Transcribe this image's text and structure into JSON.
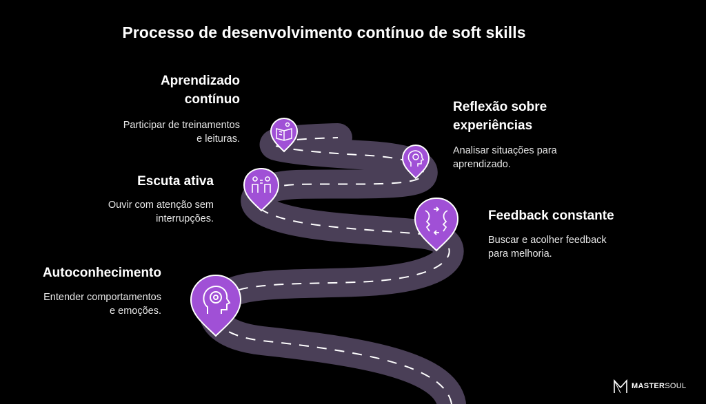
{
  "title": "Processo de desenvolvimento contínuo de soft skills",
  "steps": [
    {
      "title_line1": "Aprendizado",
      "title_line2": "contínuo",
      "desc_line1": "Participar de treinamentos",
      "desc_line2": "e leituras.",
      "icon": "book-reading-icon"
    },
    {
      "title_line1": "Reflexão sobre",
      "title_line2": "experiências",
      "desc_line1": "Analisar situações para",
      "desc_line2": "aprendizado.",
      "icon": "brain-head-icon"
    },
    {
      "title_line1": "Escuta ativa",
      "desc_line1": "Ouvir com atenção sem",
      "desc_line2": "interrupções.",
      "icon": "two-people-talking-icon"
    },
    {
      "title_line1": "Feedback constante",
      "desc_line1": "Buscar e acolher feedback",
      "desc_line2": "para melhoria.",
      "icon": "faces-exchange-icon"
    },
    {
      "title_line1": "Autoconhecimento",
      "desc_line1": "Entender comportamentos",
      "desc_line2": "e emoções.",
      "icon": "head-mind-icon"
    }
  ],
  "brand": {
    "part1": "MASTER",
    "part2": "SOUL"
  },
  "colors": {
    "background": "#000000",
    "road": "#4a3f57",
    "pin": "#a050d6",
    "pin_border": "#ffffff"
  }
}
